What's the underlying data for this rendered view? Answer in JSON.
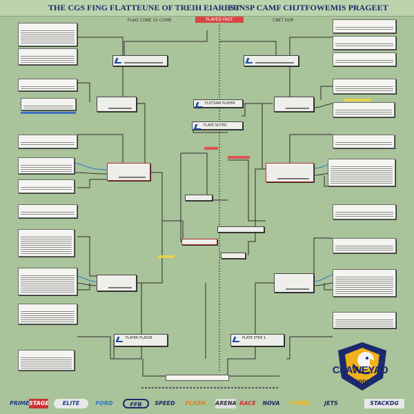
{
  "title": {
    "left": "THE CGS FING FLATTEUNE OF TREIH EIAREST",
    "right": "EUNSP CAMF CHJTFOWEMIS PRAGEET"
  },
  "subheader": {
    "left": "FLAG CUNE 10 COME",
    "center": "FLAYED FAST",
    "right": "CNET KOR"
  },
  "center_nodes": [
    "FLOTSAM PLAYER",
    "FLAYE SUTEO",
    "FLAYER FLASSE",
    "FLAYE STRE 1"
  ],
  "logo": {
    "name": "CLAWEYAD",
    "year": "2003"
  },
  "sponsors": [
    "PRIME",
    "STAGE",
    "ELITE",
    "FORD",
    "FFB",
    "SPEED",
    "FLASH",
    "ARENA",
    "RACE",
    "NOVA",
    "TURBO",
    "JETS",
    "STACKDG"
  ],
  "colors": {
    "background": "#a9c39a",
    "title": "#1d2b6b",
    "accent_red": "#d94545",
    "accent_blue": "#1d4fa0"
  }
}
